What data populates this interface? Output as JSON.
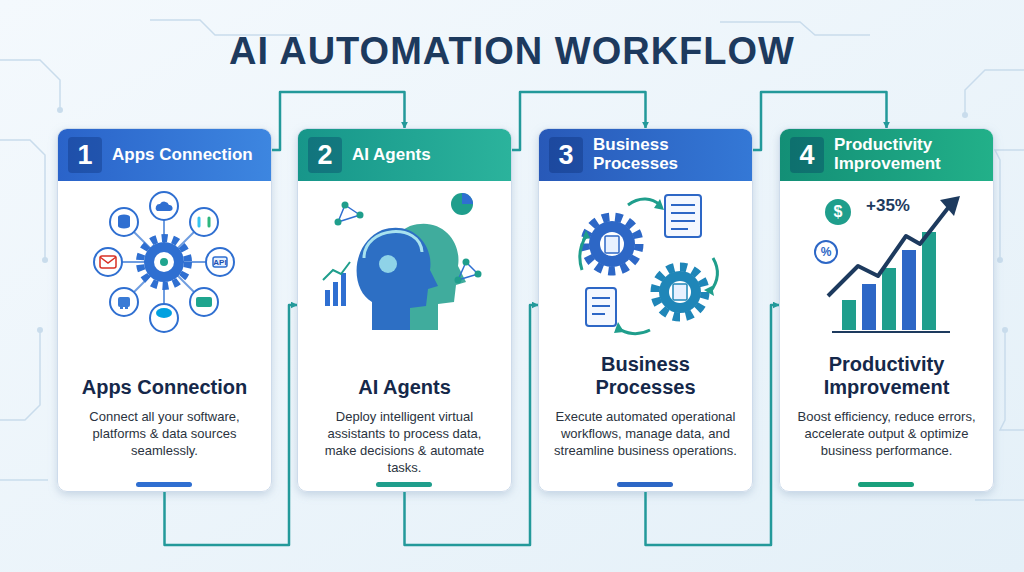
{
  "diagram": {
    "title": "AI AUTOMATION WORKFLOW",
    "nodes": [
      {
        "text": [
          "Apps Connection",
          "Connect all your software, platforms & data sources seamlessly."
        ]
      },
      {
        "text": [
          "1",
          "Apps Connection"
        ],
        "in": 0
      },
      {
        "text": [
          "AI Agents",
          "Deploy intelligent virtual assistants to process data, make decisions & automate tasks."
        ]
      },
      {
        "text": [
          "2",
          "AI Agents"
        ],
        "in": 2
      },
      {
        "text": [
          "Business Processes",
          "Execute automated operational workflows, manage data, and streamline business operations."
        ]
      },
      {
        "text": [
          "3",
          "Business Processes"
        ],
        "in": 4
      },
      {
        "text": [
          "Productivity Improvement",
          "Boost efficiency, reduce errors, accelerate output & optimize business performance."
        ]
      },
      {
        "text": [
          "4",
          "Productivity Improvement"
        ],
        "in": 6
      }
    ],
    "edges": [
      {
        "from": 0,
        "to": 2,
        "arrow": "to"
      },
      {
        "from": 0,
        "to": 2,
        "arrow": "to"
      },
      {
        "from": 2,
        "to": 4,
        "arrow": "to"
      },
      {
        "from": 2,
        "to": 4,
        "arrow": "to"
      },
      {
        "from": 4,
        "to": 6,
        "arrow": "to"
      },
      {
        "from": 4,
        "to": 6,
        "arrow": "to"
      }
    ],
    "labels": [
      "API",
      "$",
      "+35%",
      "%"
    ]
  }
}
